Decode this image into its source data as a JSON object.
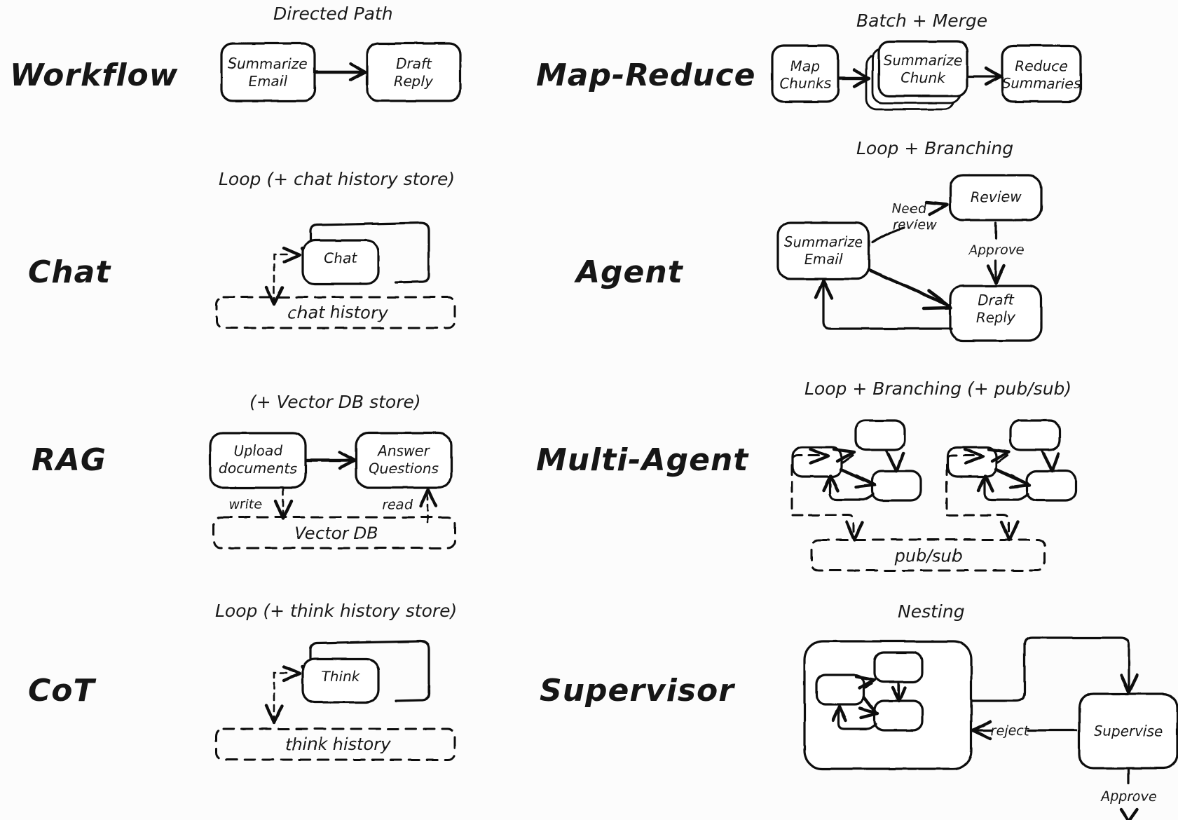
{
  "meta": {
    "background": "#fcfcfc",
    "ink": "#111111",
    "style": "hand-drawn sketch diagram"
  },
  "rows": [
    {
      "id": "workflow",
      "label": "Workflow",
      "caption": "Directed Path",
      "nodes": [
        "Summarize Email",
        "Draft Reply"
      ],
      "edge_labels": [],
      "store": null
    },
    {
      "id": "map-reduce",
      "label": "Map-Reduce",
      "caption": "Batch + Merge",
      "nodes": [
        "Map Chunks",
        "Summarize Chunk",
        "Reduce Summaries"
      ],
      "edge_labels": [],
      "store": null
    },
    {
      "id": "chat",
      "label": "Chat",
      "caption": "Loop (+ chat history store)",
      "nodes": [
        "Chat"
      ],
      "edge_labels": [],
      "store": "chat history"
    },
    {
      "id": "agent",
      "label": "Agent",
      "caption": "Loop + Branching",
      "nodes": [
        "Summarize Email",
        "Review",
        "Draft Reply"
      ],
      "edge_labels": [
        "Need review",
        "Approve"
      ],
      "store": null
    },
    {
      "id": "rag",
      "label": "RAG",
      "caption": "(+ Vector DB store)",
      "nodes": [
        "Upload documents",
        "Answer Questions"
      ],
      "edge_labels": [
        "write",
        "read"
      ],
      "store": "Vector DB"
    },
    {
      "id": "multi-agent",
      "label": "Multi-Agent",
      "caption": "Loop + Branching (+ pub/sub)",
      "nodes": [],
      "edge_labels": [],
      "store": "pub/sub"
    },
    {
      "id": "cot",
      "label": "CoT",
      "caption": "Loop (+ think history store)",
      "nodes": [
        "Think"
      ],
      "edge_labels": [],
      "store": "think history"
    },
    {
      "id": "supervisor",
      "label": "Supervisor",
      "caption": "Nesting",
      "nodes": [
        "Supervise"
      ],
      "edge_labels": [
        "reject",
        "Approve"
      ],
      "store": null
    }
  ],
  "text": {
    "workflow_label": "Workflow",
    "workflow_caption": "Directed Path",
    "workflow_n1_l1": "Summarize",
    "workflow_n1_l2": "Email",
    "workflow_n2_l1": "Draft",
    "workflow_n2_l2": "Reply",
    "mapreduce_label": "Map-Reduce",
    "mapreduce_caption": "Batch + Merge",
    "mr_n1_l1": "Map",
    "mr_n1_l2": "Chunks",
    "mr_n2_l1": "Summarize",
    "mr_n2_l2": "Chunk",
    "mr_n3_l1": "Reduce",
    "mr_n3_l2": "Summaries",
    "chat_label": "Chat",
    "chat_caption": "Loop (+ chat history store)",
    "chat_node": "Chat",
    "chat_store": "chat history",
    "agent_label": "Agent",
    "agent_caption": "Loop + Branching",
    "agent_n1_l1": "Summarize",
    "agent_n1_l2": "Email",
    "agent_n2": "Review",
    "agent_n3_l1": "Draft",
    "agent_n3_l2": "Reply",
    "agent_e1_l1": "Need",
    "agent_e1_l2": "review",
    "agent_e2": "Approve",
    "rag_label": "RAG",
    "rag_caption": "(+ Vector DB store)",
    "rag_n1_l1": "Upload",
    "rag_n1_l2": "documents",
    "rag_n2_l1": "Answer",
    "rag_n2_l2": "Questions",
    "rag_e_write": "write",
    "rag_e_read": "read",
    "rag_store": "Vector DB",
    "multiagent_label": "Multi-Agent",
    "multiagent_caption": "Loop + Branching (+ pub/sub)",
    "multiagent_store": "pub/sub",
    "cot_label": "CoT",
    "cot_caption": "Loop (+ think history store)",
    "cot_node": "Think",
    "cot_store": "think history",
    "supervisor_label": "Supervisor",
    "supervisor_caption": "Nesting",
    "sup_node": "Supervise",
    "sup_e_reject": "reject",
    "sup_e_approve": "Approve"
  }
}
